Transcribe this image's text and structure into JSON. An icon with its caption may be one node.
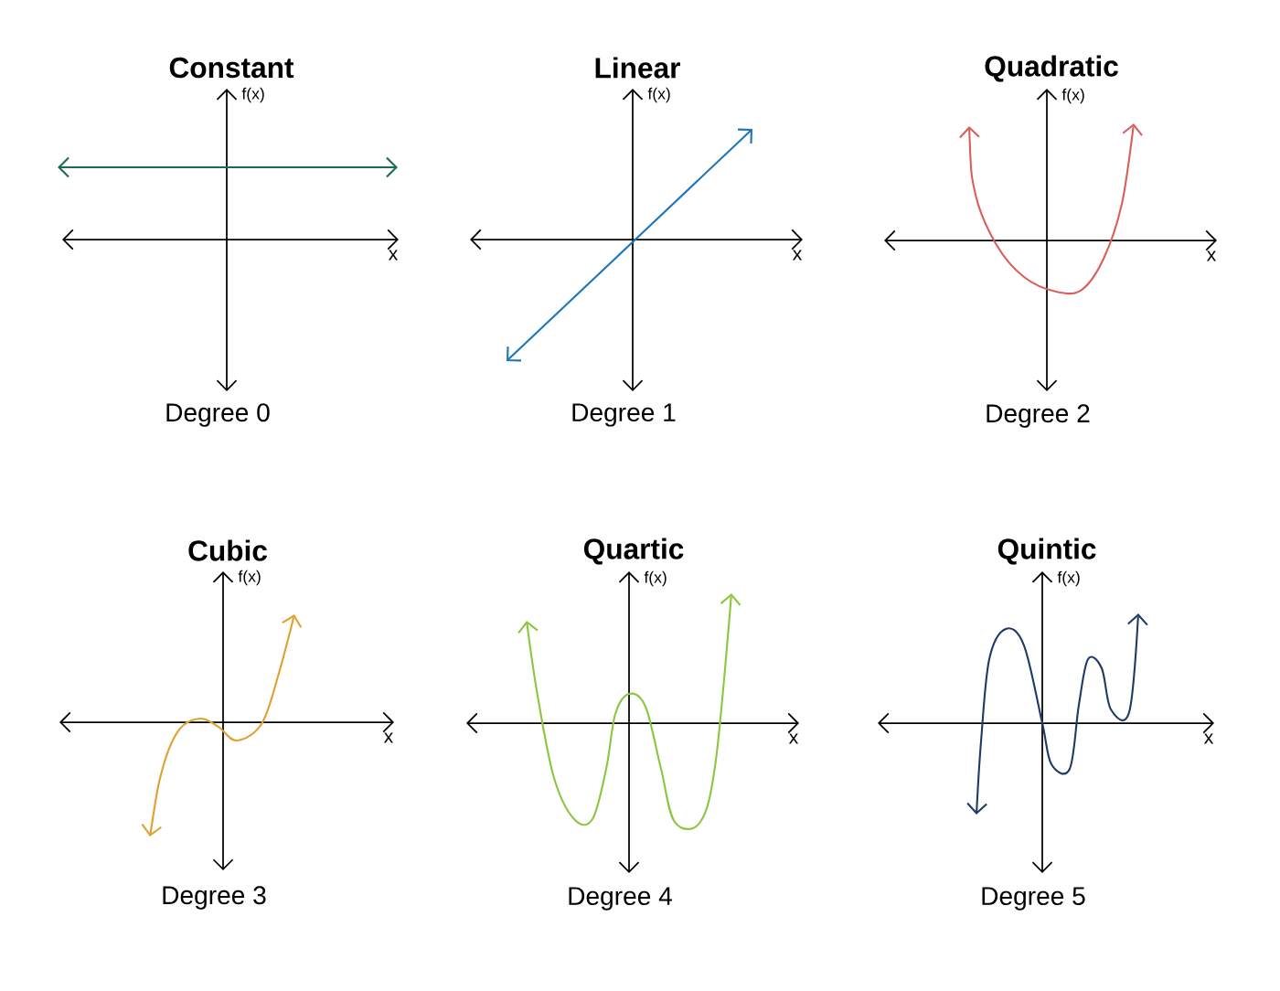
{
  "diagram": {
    "labels": [
      "Constant",
      "f(x)",
      "x",
      "Degree 0",
      "Linear",
      "f(x)",
      "x",
      "Degree 1",
      "Quadratic",
      "f(x)",
      "x",
      "Degree 2",
      "Cubic",
      "f(x)",
      "x",
      "Degree 3",
      "Quartic",
      "f(x)",
      "x",
      "Degree 4",
      "Quintic",
      "f(x)",
      "x",
      "Degree 5"
    ]
  }
}
